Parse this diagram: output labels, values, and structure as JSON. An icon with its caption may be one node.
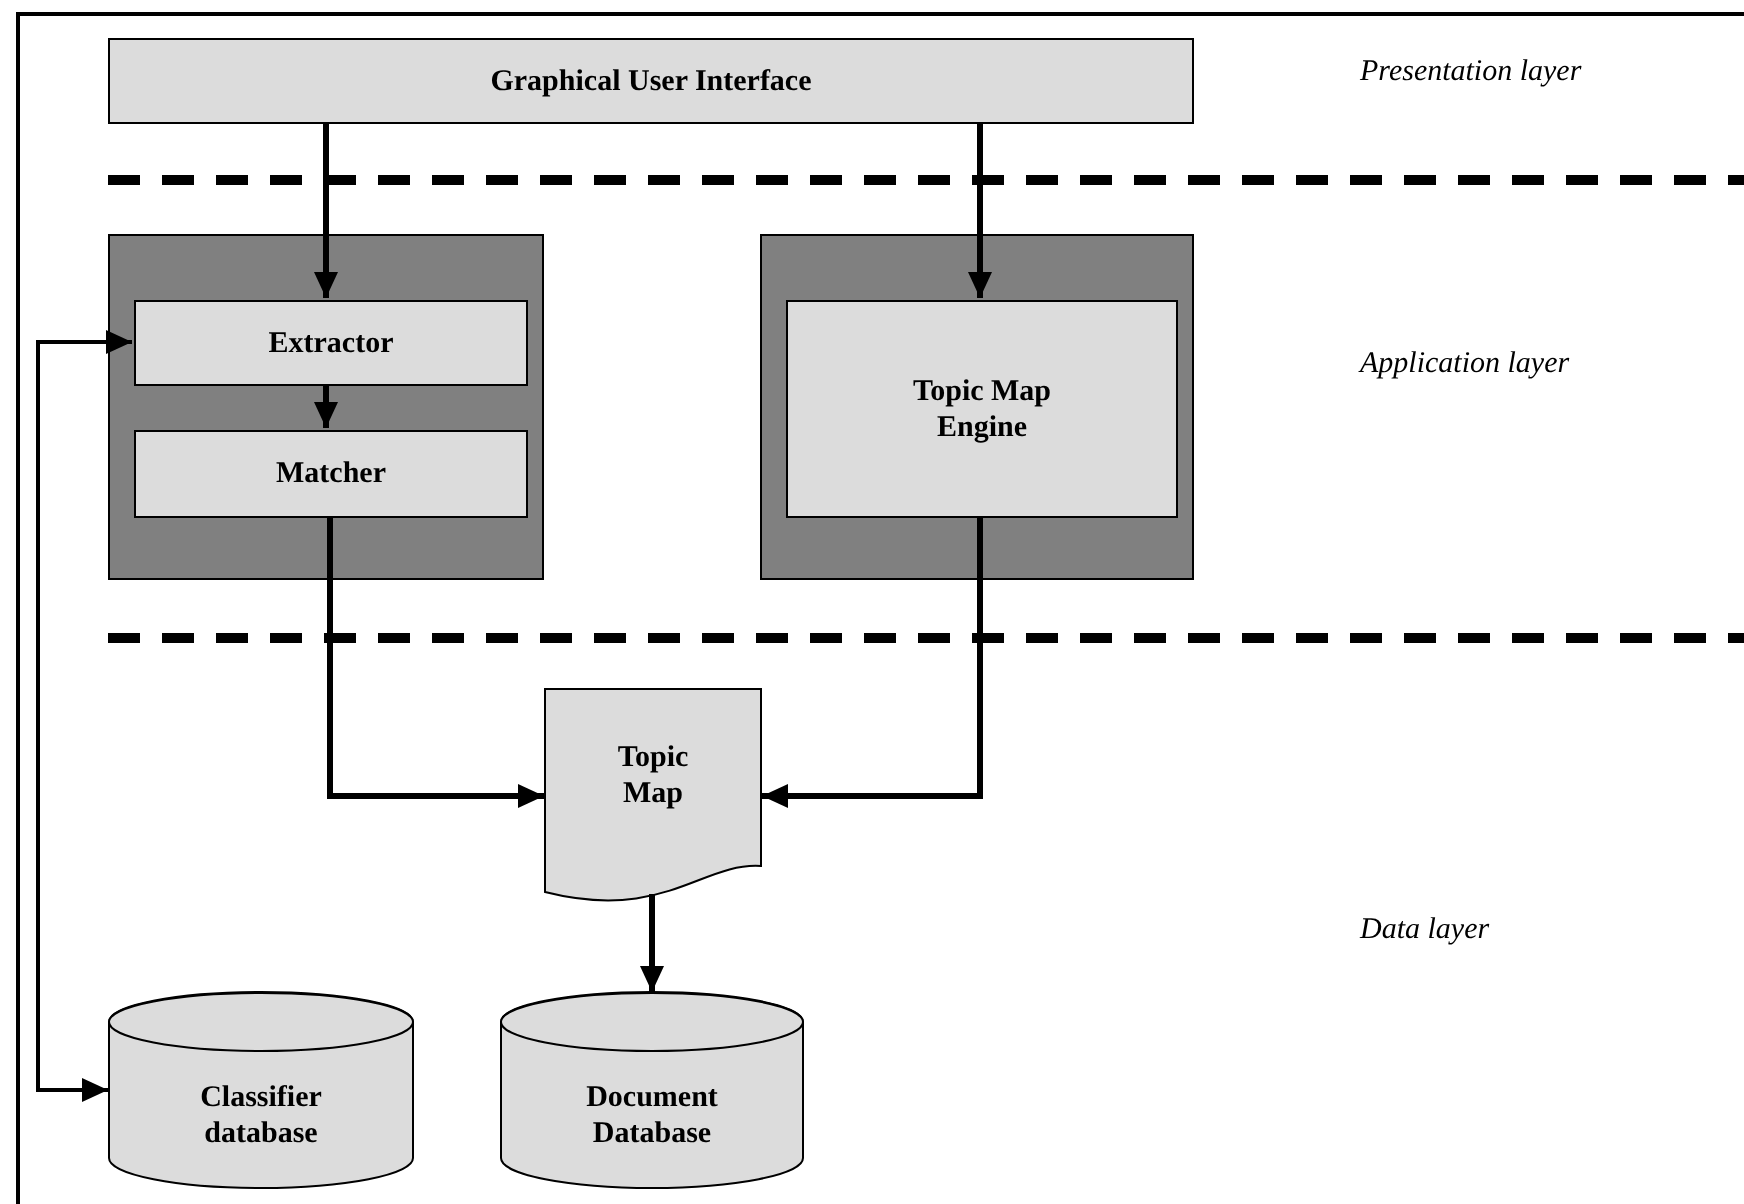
{
  "diagram": {
    "nodes": [
      {
        "text": [
          "Graphical User Interface"
        ]
      },
      {
        "text": [],
        "shape": "box"
      },
      {
        "text": [
          "Extractor"
        ],
        "in": 1
      },
      {
        "text": [
          "Matcher"
        ],
        "in": 1
      },
      {
        "text": [],
        "shape": "box"
      },
      {
        "text": [
          "Topic Map Engine"
        ],
        "in": 4
      },
      {
        "text": [
          "Topic Map"
        ]
      },
      {
        "text": [
          "Classifier database"
        ]
      },
      {
        "text": [
          "Document Database"
        ]
      }
    ],
    "edges": [
      {
        "from": 0,
        "to": 2,
        "arrow": "to"
      },
      {
        "from": 0,
        "to": 5,
        "arrow": "to"
      },
      {
        "from": 2,
        "to": 3,
        "arrow": "to"
      },
      {
        "from": 3,
        "to": 6,
        "arrow": "to"
      },
      {
        "from": 5,
        "to": 6,
        "arrow": "to"
      },
      {
        "from": 6,
        "to": 8,
        "arrow": "to"
      },
      {
        "from": 7,
        "to": 2,
        "arrow": "both"
      }
    ],
    "labels": [
      "Presentation layer",
      "Application layer",
      "Data layer"
    ]
  }
}
